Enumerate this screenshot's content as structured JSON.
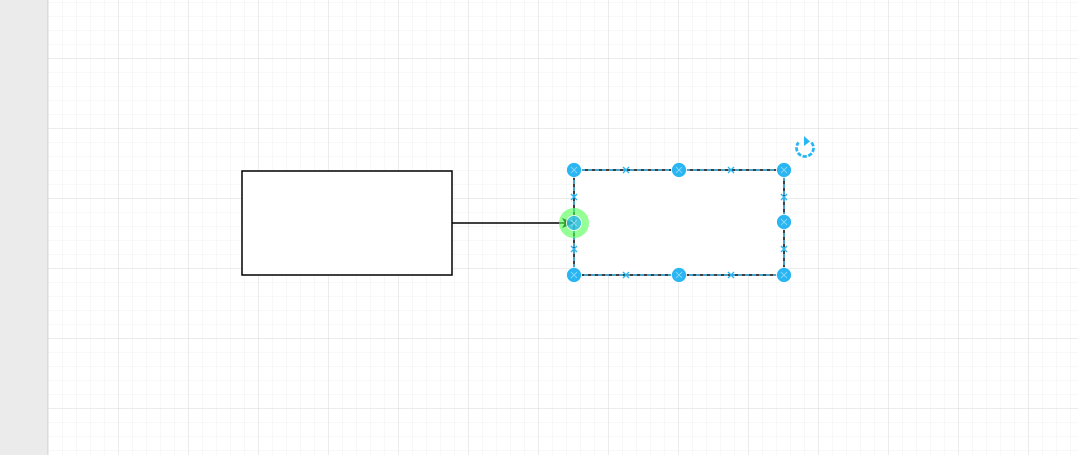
{
  "canvas": {
    "background": "#ffffff",
    "grid_minor_color": "#f0f0f0",
    "grid_major_color": "#d8d8d8",
    "sidebar_color": "#ebebeb"
  },
  "shapes": [
    {
      "id": "source-rectangle",
      "kind": "rectangle",
      "label": "",
      "selected": false
    },
    {
      "id": "target-rectangle",
      "kind": "rectangle",
      "label": "",
      "selected": true
    }
  ],
  "connector": {
    "from": "source-rectangle",
    "to": "target-rectangle",
    "style": "straight-arrow"
  },
  "selection": {
    "handle_color": "#29b6f2",
    "connection_point_color": "#29b6f2",
    "drop_target_color": "#4cff4c",
    "rotate_icon": "rotate-icon"
  }
}
